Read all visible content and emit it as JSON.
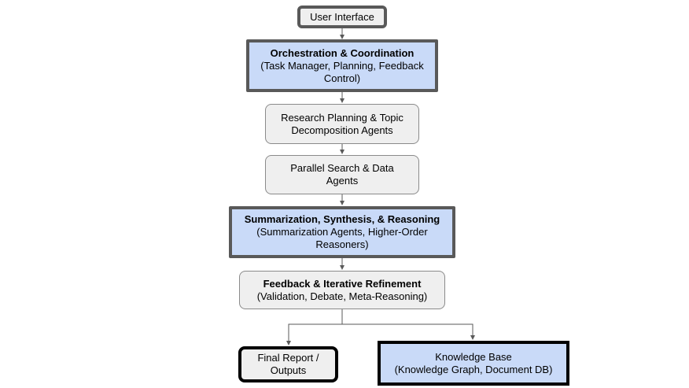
{
  "nodes": {
    "user_interface": {
      "line1": "User Interface"
    },
    "orchestration": {
      "title": "Orchestration & Coordination",
      "line2": "(Task Manager, Planning, Feedback",
      "line3": "Control)"
    },
    "research_planning": {
      "line1": "Research Planning & Topic",
      "line2": "Decomposition Agents"
    },
    "parallel_search": {
      "line1": "Parallel Search & Data",
      "line2": "Agents"
    },
    "summarization": {
      "title": "Summarization, Synthesis, & Reasoning",
      "line2": "(Summarization Agents, Higher-Order",
      "line3": "Reasoners)"
    },
    "feedback": {
      "title": "Feedback & Iterative Refinement",
      "line2": "(Validation, Debate, Meta-Reasoning)"
    },
    "final_report": {
      "line1": "Final Report /",
      "line2": "Outputs"
    },
    "knowledge_base": {
      "line1": "Knowledge Base",
      "line2": "(Knowledge Graph, Document DB)"
    }
  },
  "colors": {
    "gray_fill": "#efefef",
    "blue_fill": "#c9daf8",
    "connector": "#595959"
  }
}
